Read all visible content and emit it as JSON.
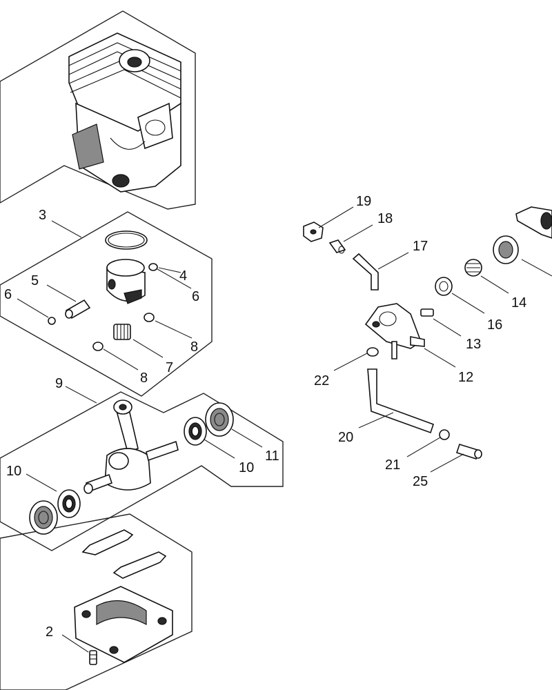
{
  "labels": {
    "l2": "2",
    "l3": "3",
    "l4": "4",
    "l5": "5",
    "l6a": "6",
    "l6b": "6",
    "l7": "7",
    "l8a": "8",
    "l8b": "8",
    "l9": "9",
    "l10a": "10",
    "l10b": "10",
    "l11": "11",
    "l12": "12",
    "l13": "13",
    "l14": "14",
    "l16": "16",
    "l17": "17",
    "l18": "18",
    "l19": "19",
    "l20": "20",
    "l21": "21",
    "l22": "22",
    "l25": "25"
  }
}
